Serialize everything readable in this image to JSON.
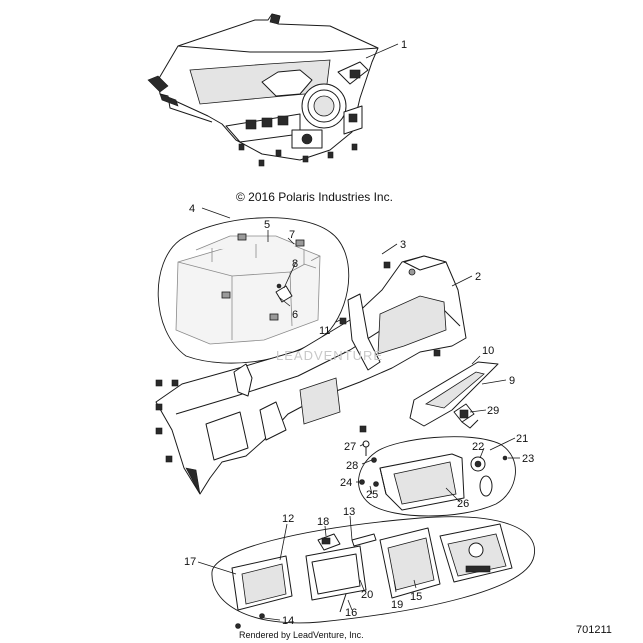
{
  "copyright": "© 2016 Polaris Industries Inc.",
  "diagram_number": "701211",
  "rendered_by": "Rendered by LeadVenture, Inc.",
  "watermark": "LEADVENTURE",
  "callouts": {
    "c1": "1",
    "c2": "2",
    "c3": "3",
    "c4": "4",
    "c5": "5",
    "c6": "6",
    "c7": "7",
    "c8": "8",
    "c9": "9",
    "c10": "10",
    "c11": "11",
    "c12": "12",
    "c13": "13",
    "c14": "14",
    "c15": "15",
    "c16": "16",
    "c17": "17",
    "c18": "18",
    "c19": "19",
    "c20": "20",
    "c21": "21",
    "c22": "22",
    "c23": "23",
    "c24": "24",
    "c25": "25",
    "c26": "26",
    "c27": "27",
    "c28": "28",
    "c29": "29"
  },
  "colors": {
    "line": "#1a1a1a",
    "fill": "#ffffff",
    "shade": "#2a2a2a"
  }
}
